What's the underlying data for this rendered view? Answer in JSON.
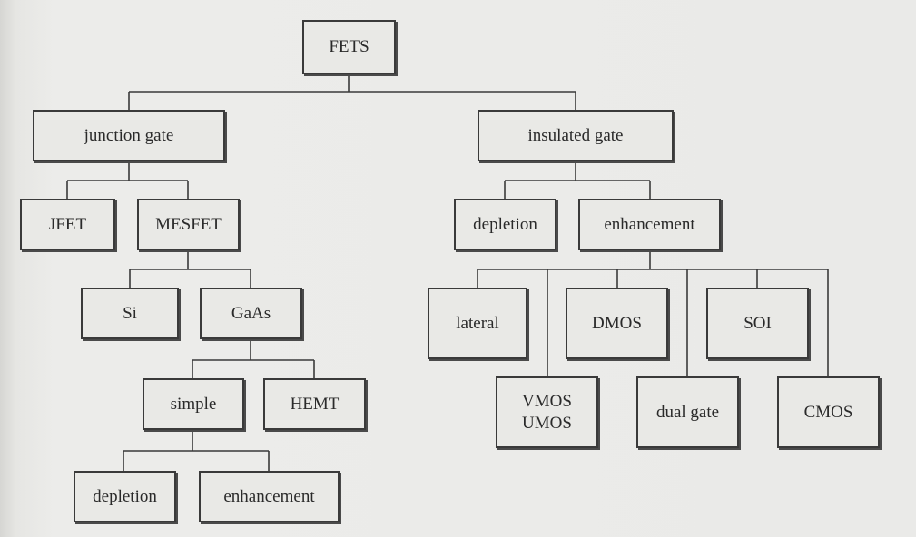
{
  "diagram": {
    "nodes": {
      "fets": "FETS",
      "junction_gate": "junction gate",
      "insulated_gate": "insulated gate",
      "jfet": "JFET",
      "mesfet": "MESFET",
      "si": "Si",
      "gaas": "GaAs",
      "simple": "simple",
      "hemt": "HEMT",
      "gaas_depletion": "depletion",
      "gaas_enhancement": "enhancement",
      "ig_depletion": "depletion",
      "ig_enhancement": "enhancement",
      "lateral": "lateral",
      "dmos": "DMOS",
      "soi": "SOI",
      "vmos_umos": "VMOS\nUMOS",
      "dual_gate": "dual gate",
      "cmos": "CMOS"
    }
  },
  "colors": {
    "line": "#3a3a3a",
    "box_fill": "#e9e9e6",
    "paper": "#eaeae8"
  }
}
